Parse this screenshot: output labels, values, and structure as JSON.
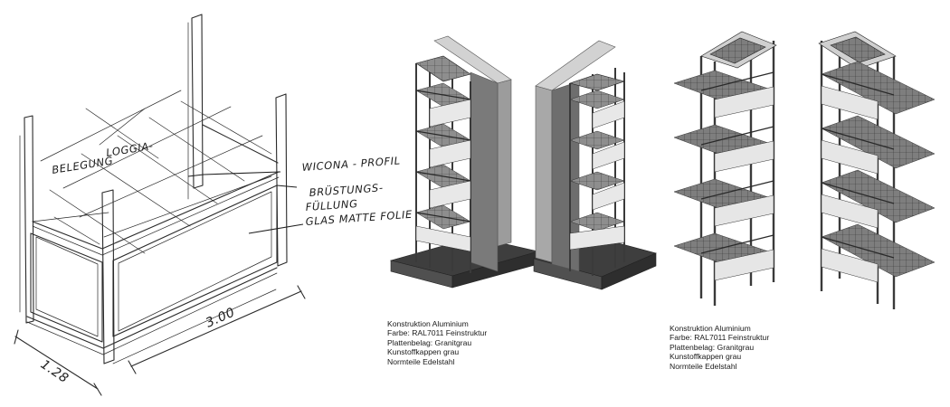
{
  "sketch": {
    "label_loggia": "LOGGIA-",
    "label_belegung": "BELEGUNG",
    "label_profil": "WICONA - PROFIL",
    "label_bruestung": "BRÜSTUNGS-",
    "label_fuellung": "FÜLLUNG",
    "label_glas": "GLAS MATTE FOLIE",
    "dim_depth": "1.28",
    "dim_width": "3.00"
  },
  "specs_left": [
    "Konstruktion Aluminium",
    "Farbe: RAL7011 Feinstruktur",
    "Plattenbelag: Granitgrau",
    "Kunstoffkappen grau",
    "Normteile Edelstahl"
  ],
  "specs_right": [
    "Konstruktion Aluminium",
    "Farbe: RAL7011 Feinstruktur",
    "Plattenbelag: Granitgrau",
    "Kunstoffkappen grau",
    "Normteile Edelstahl"
  ],
  "colors": {
    "structure": "#4a4a4a",
    "base": "#454545",
    "wall": "#a0a0a0",
    "panel": "#e6e6e6",
    "grid_tile": "#8e8e8e"
  }
}
